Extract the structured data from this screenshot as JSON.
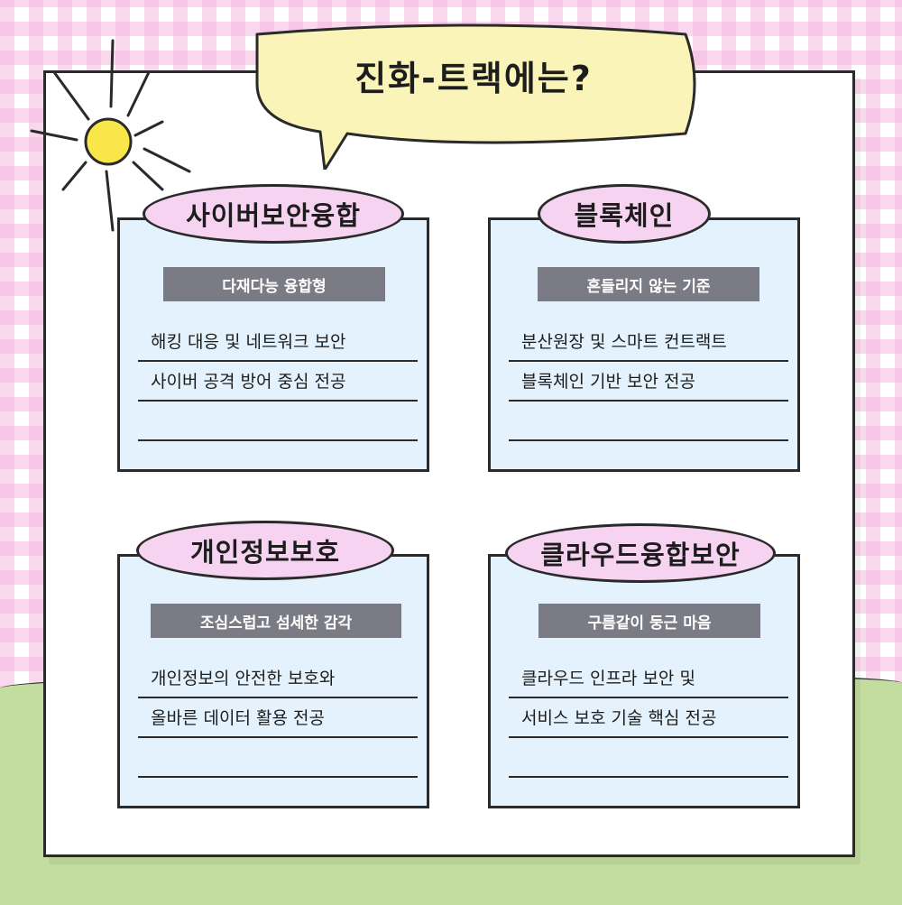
{
  "title": "진화-트랙에는?",
  "tracks": [
    {
      "name": "사이버보안융합",
      "tagline": "다재다능 융합형",
      "lines": [
        "해킹 대응 및 네트워크 보안",
        "사이버 공격 방어 중심 전공"
      ]
    },
    {
      "name": "블록체인",
      "tagline": "흔들리지 않는 기준",
      "lines": [
        "분산원장 및 스마트 컨트랙트",
        "블록체인 기반 보안 전공"
      ]
    },
    {
      "name": "개인정보보호",
      "tagline": "조심스럽고 섬세한 감각",
      "lines": [
        "개인정보의 안전한 보호와",
        "올바른 데이터 활용 전공"
      ]
    },
    {
      "name": "클라우드융합보안",
      "tagline": "구름같이 둥근 마음",
      "lines": [
        "클라우드 인프라 보안 및",
        "서비스 보호 기술 핵심 전공"
      ]
    }
  ],
  "colors": {
    "checker": "#f4b8e0",
    "paper": "#ffffff",
    "bubble": "#fbf4b8",
    "sun": "#f9e74a",
    "card": "#e3f2fc",
    "pill": "#f7d3f2",
    "tag": "#7b7b86",
    "grass": "#c3dca0"
  },
  "icons": [
    "sun-icon",
    "speech-bubble-icon"
  ]
}
